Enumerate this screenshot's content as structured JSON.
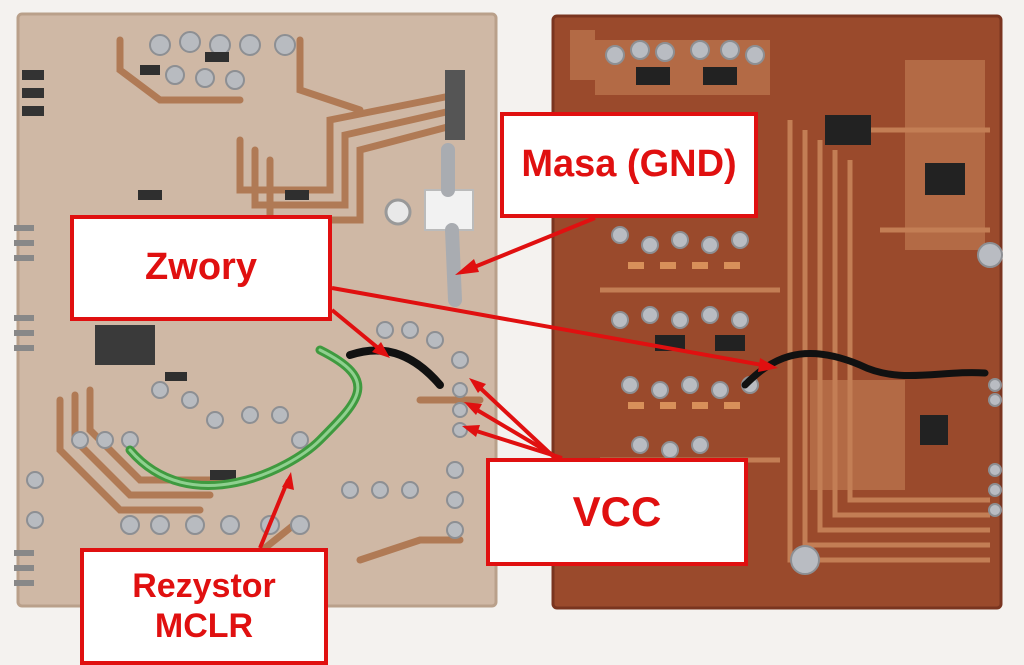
{
  "labels": {
    "masa": "Masa (GND)",
    "zwory": "Zwory",
    "vcc": "VCC",
    "rezystor_line1": "Rezystor",
    "rezystor_line2": "MCLR"
  },
  "colors": {
    "label_red": "#e01010",
    "board_left": "#cdb7a4",
    "board_right": "#9b4a2c",
    "copper_trace": "#b07a55",
    "solder": "#b8bbc0"
  }
}
